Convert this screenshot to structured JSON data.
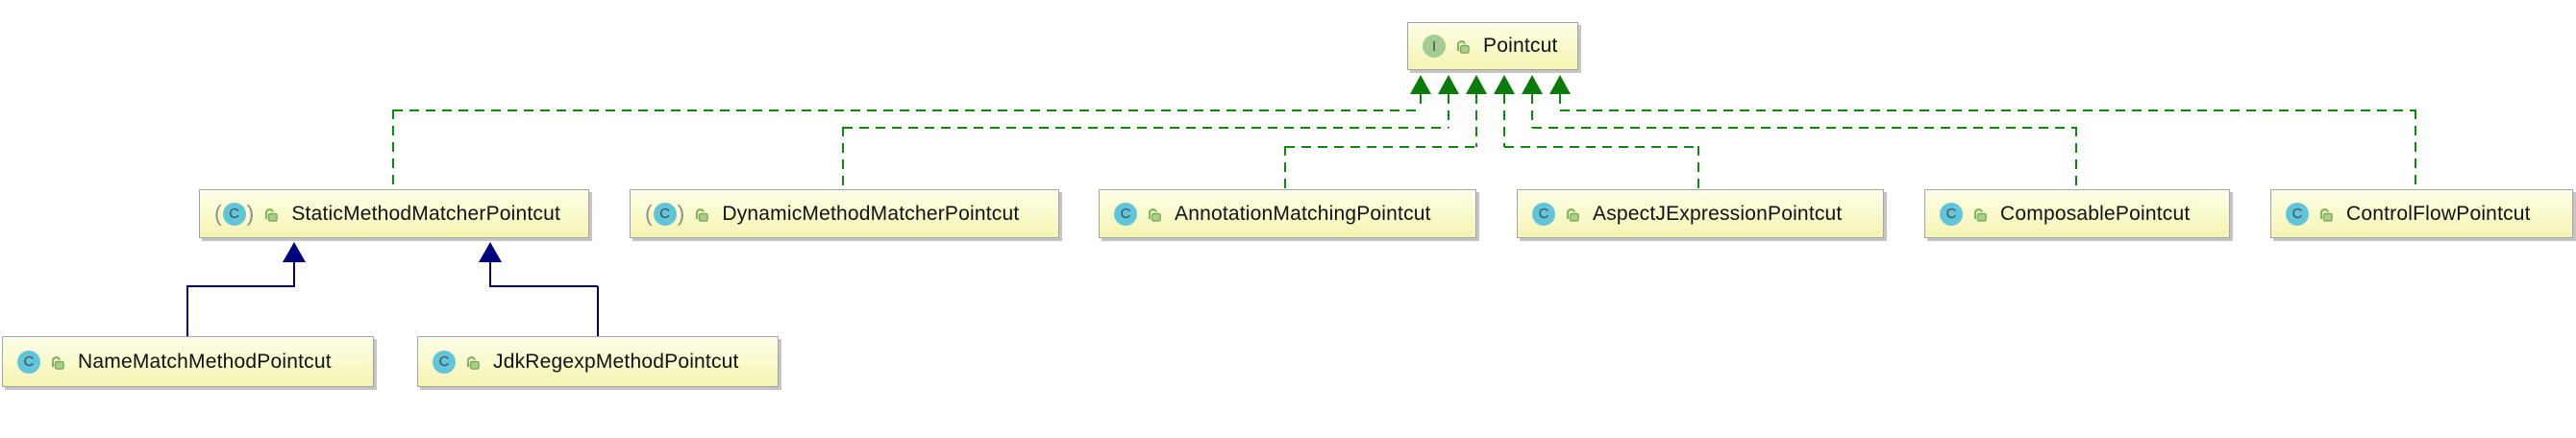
{
  "nodes": [
    {
      "id": "pointcut",
      "label": "Pointcut",
      "kind": "interface",
      "icon_letter": "I",
      "icon_variant": "interface"
    },
    {
      "id": "static",
      "label": "StaticMethodMatcherPointcut",
      "kind": "class",
      "icon_letter": "C",
      "icon_variant": "abstract-class"
    },
    {
      "id": "dynamic",
      "label": "DynamicMethodMatcherPointcut",
      "kind": "class",
      "icon_letter": "C",
      "icon_variant": "abstract-class"
    },
    {
      "id": "annotation",
      "label": "AnnotationMatchingPointcut",
      "kind": "class",
      "icon_letter": "C",
      "icon_variant": "class"
    },
    {
      "id": "aspectj",
      "label": "AspectJExpressionPointcut",
      "kind": "class",
      "icon_letter": "C",
      "icon_variant": "class"
    },
    {
      "id": "composable",
      "label": "ComposablePointcut",
      "kind": "class",
      "icon_letter": "C",
      "icon_variant": "class"
    },
    {
      "id": "controlflow",
      "label": "ControlFlowPointcut",
      "kind": "class",
      "icon_letter": "C",
      "icon_variant": "class"
    },
    {
      "id": "namematch",
      "label": "NameMatchMethodPointcut",
      "kind": "class",
      "icon_letter": "C",
      "icon_variant": "class"
    },
    {
      "id": "jdkregexp",
      "label": "JdkRegexpMethodPointcut",
      "kind": "class",
      "icon_letter": "C",
      "icon_variant": "class"
    }
  ],
  "edges": [
    {
      "from": "StaticMethodMatcherPointcut",
      "to": "Pointcut",
      "kind": "realization",
      "style": "green-dashed"
    },
    {
      "from": "DynamicMethodMatcherPointcut",
      "to": "Pointcut",
      "kind": "realization",
      "style": "green-dashed"
    },
    {
      "from": "AnnotationMatchingPointcut",
      "to": "Pointcut",
      "kind": "realization",
      "style": "green-dashed"
    },
    {
      "from": "AspectJExpressionPointcut",
      "to": "Pointcut",
      "kind": "realization",
      "style": "green-dashed"
    },
    {
      "from": "ComposablePointcut",
      "to": "Pointcut",
      "kind": "realization",
      "style": "green-dashed"
    },
    {
      "from": "ControlFlowPointcut",
      "to": "Pointcut",
      "kind": "realization",
      "style": "green-dashed"
    },
    {
      "from": "NameMatchMethodPointcut",
      "to": "StaticMethodMatcherPointcut",
      "kind": "generalization",
      "style": "navy-solid"
    },
    {
      "from": "JdkRegexpMethodPointcut",
      "to": "StaticMethodMatcherPointcut",
      "kind": "generalization",
      "style": "navy-solid"
    }
  ],
  "colors": {
    "node_fill_top": "#fdfde8",
    "node_fill_bottom": "#f4f4b2",
    "node_border": "#a3a3a3",
    "realization_green": "#0b8a0b",
    "generalization_navy": "#000080",
    "interface_icon_bg": "#a5cc90",
    "class_icon_bg": "#62c4d8",
    "lock_icon_green": "#85b565"
  }
}
